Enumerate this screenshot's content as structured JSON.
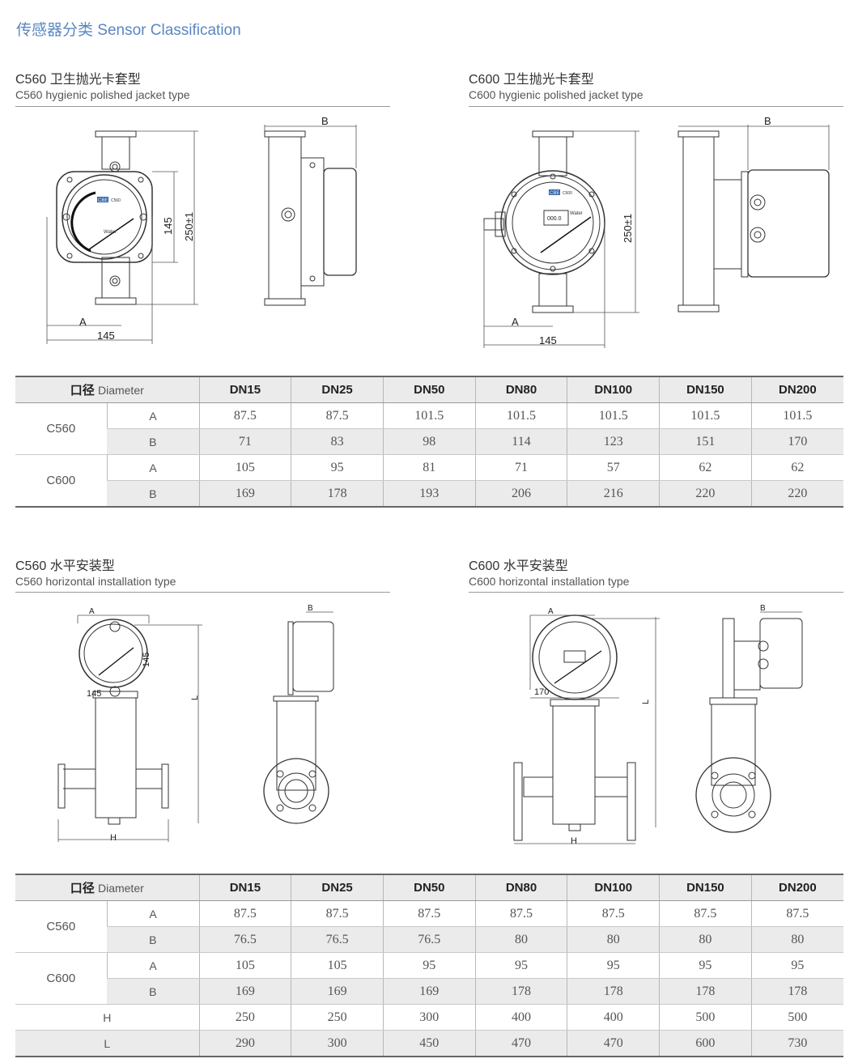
{
  "page_title": "传感器分类 Sensor Classification",
  "sections": {
    "c560_hygienic": {
      "title_cn": "C560 卫生抛光卡套型",
      "title_en": "C560 hygienic polished jacket type"
    },
    "c600_hygienic": {
      "title_cn": "C600 卫生抛光卡套型",
      "title_en": "C600 hygienic polished jacket type"
    },
    "c560_horizontal": {
      "title_cn": "C560 水平安装型",
      "title_en": "C560 horizontal installation type"
    },
    "c600_horizontal": {
      "title_cn": "C600 水平安装型",
      "title_en": "C600 horizontal installation type"
    }
  },
  "drawing_labels": {
    "A": "A",
    "B": "B",
    "H": "H",
    "L": "L",
    "d145": "145",
    "d170": "170",
    "d250": "250±1",
    "logo": "CBE",
    "c560": "C560",
    "c600": "C600",
    "water": "Water",
    "readout": "000.0"
  },
  "table1": {
    "diameter_cn": "口径",
    "diameter_en": "Diameter",
    "columns": [
      "DN15",
      "DN25",
      "DN50",
      "DN80",
      "DN100",
      "DN150",
      "DN200"
    ],
    "groups": [
      {
        "model": "C560",
        "rows": [
          {
            "dim": "A",
            "values": [
              "87.5",
              "87.5",
              "101.5",
              "101.5",
              "101.5",
              "101.5",
              "101.5"
            ]
          },
          {
            "dim": "B",
            "values": [
              "71",
              "83",
              "98",
              "114",
              "123",
              "151",
              "170"
            ]
          }
        ]
      },
      {
        "model": "C600",
        "rows": [
          {
            "dim": "A",
            "values": [
              "105",
              "95",
              "81",
              "71",
              "57",
              "62",
              "62"
            ]
          },
          {
            "dim": "B",
            "values": [
              "169",
              "178",
              "193",
              "206",
              "216",
              "220",
              "220"
            ]
          }
        ]
      }
    ]
  },
  "table2": {
    "diameter_cn": "口径",
    "diameter_en": "Diameter",
    "columns": [
      "DN15",
      "DN25",
      "DN50",
      "DN80",
      "DN100",
      "DN150",
      "DN200"
    ],
    "groups": [
      {
        "model": "C560",
        "rows": [
          {
            "dim": "A",
            "values": [
              "87.5",
              "87.5",
              "87.5",
              "87.5",
              "87.5",
              "87.5",
              "87.5"
            ]
          },
          {
            "dim": "B",
            "values": [
              "76.5",
              "76.5",
              "76.5",
              "80",
              "80",
              "80",
              "80"
            ]
          }
        ]
      },
      {
        "model": "C600",
        "rows": [
          {
            "dim": "A",
            "values": [
              "105",
              "105",
              "95",
              "95",
              "95",
              "95",
              "95"
            ]
          },
          {
            "dim": "B",
            "values": [
              "169",
              "169",
              "169",
              "178",
              "178",
              "178",
              "178"
            ]
          }
        ]
      }
    ],
    "extra_rows": [
      {
        "dim": "H",
        "values": [
          "250",
          "250",
          "300",
          "400",
          "400",
          "500",
          "500"
        ]
      },
      {
        "dim": "L",
        "values": [
          "290",
          "300",
          "450",
          "470",
          "470",
          "600",
          "730"
        ]
      }
    ]
  }
}
